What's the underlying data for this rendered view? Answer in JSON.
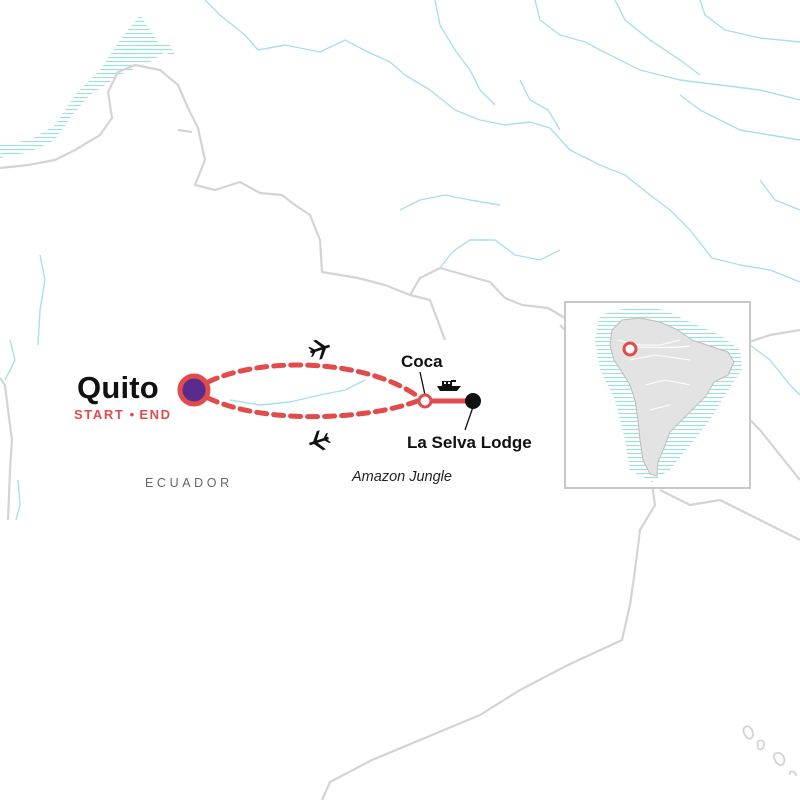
{
  "map": {
    "country_label": "ECUADOR",
    "region_label": "Amazon Jungle",
    "colors": {
      "route": "#e14b4b",
      "start_marker_fill": "#5a2b8f",
      "end_marker_fill": "#111111",
      "border": "#d4d4d4",
      "river": "#a8dff0",
      "coast_hatch": "#9fe0d8",
      "inset_land": "#e3e3e3"
    }
  },
  "stops": [
    {
      "name": "Quito",
      "sublabel_start": "START",
      "sublabel_separator": "•",
      "sublabel_end": "END"
    },
    {
      "name": "Coca"
    },
    {
      "name": "La Selva Lodge"
    }
  ],
  "legs": [
    {
      "from": "Quito",
      "to": "Coca",
      "mode": "flight",
      "icon": "airplane-icon"
    },
    {
      "from": "Coca",
      "to": "Quito",
      "mode": "flight",
      "icon": "airplane-icon"
    },
    {
      "from": "Coca",
      "to": "La Selva Lodge",
      "mode": "boat",
      "icon": "boat-icon"
    }
  ],
  "inset": {
    "name": "South America locator",
    "marker_icon": "location-ring-icon"
  }
}
